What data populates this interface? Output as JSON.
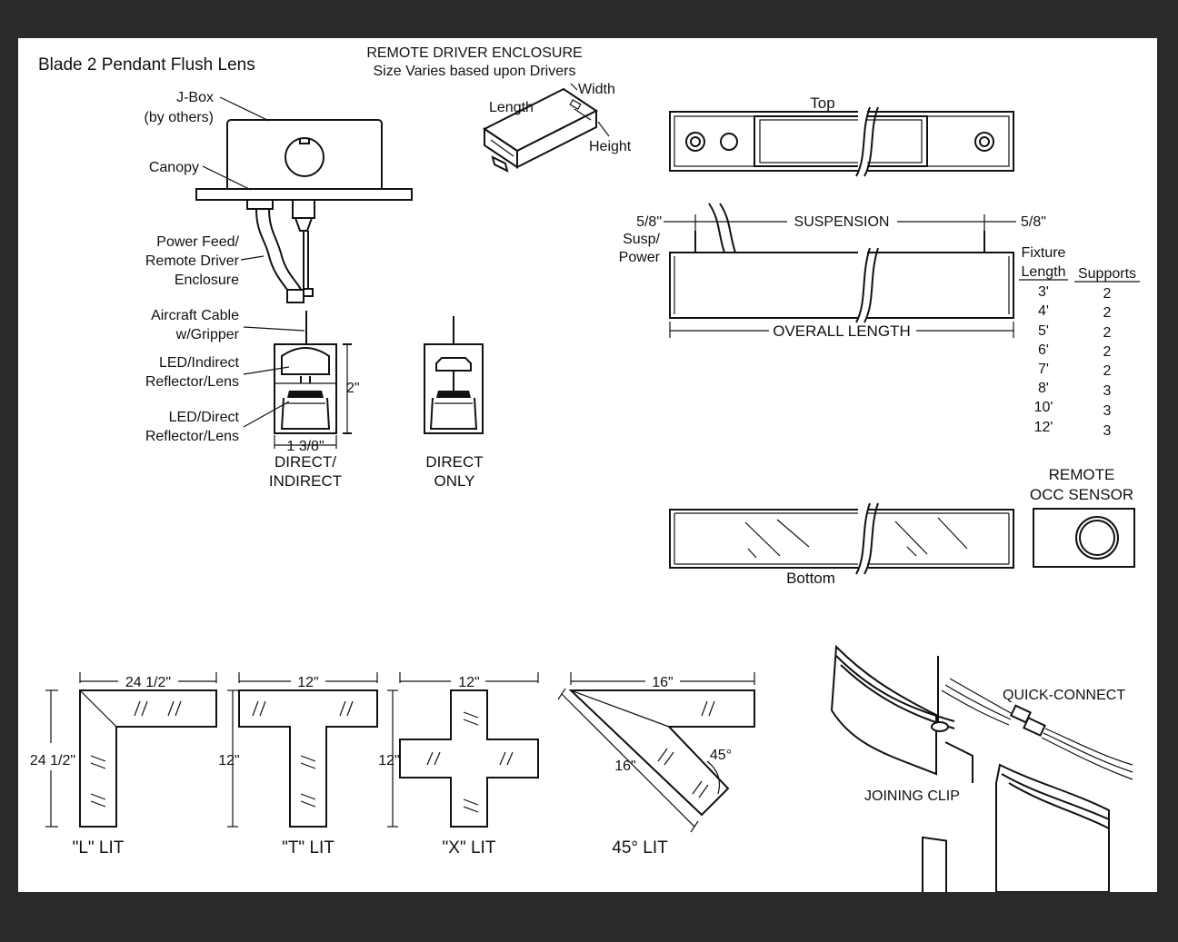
{
  "title": "Blade 2 Pendant Flush Lens",
  "remote_driver": {
    "heading": "REMOTE DRIVER ENCLOSURE",
    "subheading": "Size Varies based upon Drivers",
    "length": "Length",
    "width": "Width",
    "height": "Height"
  },
  "mount": {
    "jbox": "J-Box",
    "jbox_note": "(by others)",
    "canopy": "Canopy",
    "power_1": "Power Feed/",
    "power_2": "Remote Driver",
    "power_3": "Enclosure",
    "cable_1": "Aircraft Cable",
    "cable_2": "w/Gripper",
    "indirect_1": "LED/Indirect",
    "indirect_2": "Reflector/Lens",
    "direct_1": "LED/Direct",
    "direct_2": "Reflector/Lens",
    "height_dim": "2\"",
    "width_dim": "1 3/8\"",
    "di_1": "DIRECT/",
    "di_2": "INDIRECT",
    "do_1": "DIRECT",
    "do_2": "ONLY"
  },
  "top_view": {
    "label": "Top"
  },
  "side_view": {
    "left_dim": "5/8\"",
    "susp_1": "Susp/",
    "susp_2": "Power",
    "suspension": "SUSPENSION",
    "right_dim": "5/8\"",
    "overall": "OVERALL LENGTH"
  },
  "supports_table": {
    "col1_a": "Fixture",
    "col1_b": "Length",
    "col2": "Supports",
    "rows": [
      {
        "length": "3'",
        "supports": "2"
      },
      {
        "length": "4'",
        "supports": "2"
      },
      {
        "length": "5'",
        "supports": "2"
      },
      {
        "length": "6'",
        "supports": "2"
      },
      {
        "length": "7'",
        "supports": "2"
      },
      {
        "length": "8'",
        "supports": "3"
      },
      {
        "length": "10'",
        "supports": "3"
      },
      {
        "length": "12'",
        "supports": "3"
      }
    ]
  },
  "bottom_view": {
    "label": "Bottom"
  },
  "sensor": {
    "line1": "REMOTE",
    "line2": "OCC SENSOR"
  },
  "configs": {
    "l": {
      "width": "24 1/2\"",
      "height": "24 1/2\"",
      "label": "\"L\" LIT"
    },
    "t": {
      "width": "12\"",
      "height": "12\"",
      "label": "\"T\" LIT"
    },
    "x": {
      "width": "12\"",
      "height": "12\"",
      "label": "\"X\" LIT"
    },
    "d45": {
      "width": "16\"",
      "side": "16\"",
      "angle": "45°",
      "label": "45° LIT"
    }
  },
  "connect": {
    "quick": "QUICK-CONNECT",
    "clip": "JOINING CLIP"
  }
}
